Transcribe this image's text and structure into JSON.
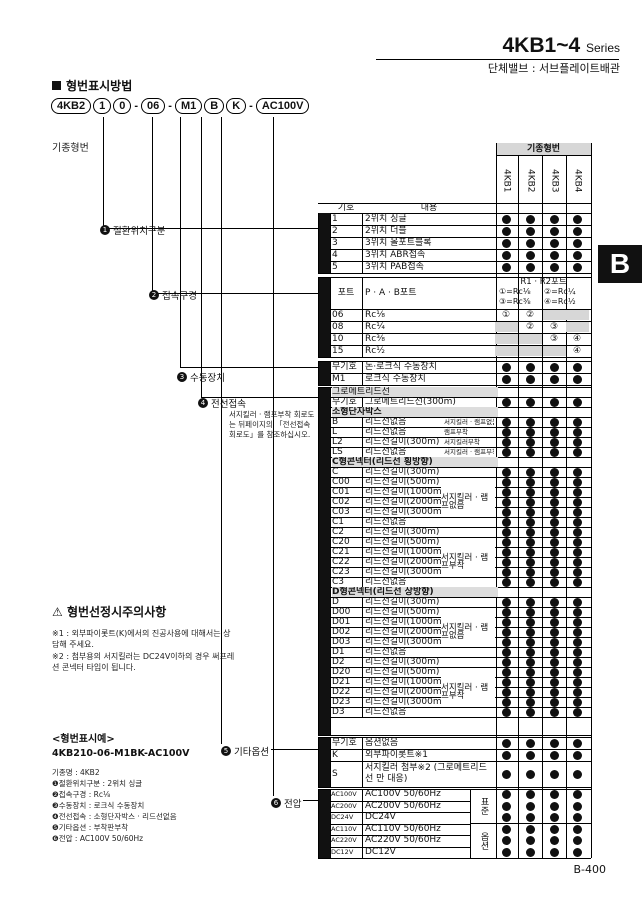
{
  "header": {
    "model": "4KB1~4",
    "series": "Series",
    "subtitle": "단체밸브 : 서브플레이트배관",
    "tab": "B"
  },
  "section": {
    "title": "형번표시방법",
    "code_parts": [
      "4KB2",
      "1",
      "0",
      "06",
      "M1",
      "B",
      "K",
      "AC100V"
    ],
    "standard_label": "기종형번"
  },
  "annotations": {
    "switch_pos": "절환위치구분",
    "connection": "접속구경",
    "manual": "수동장치",
    "electrical": "전선접속",
    "electrical_note": "서지킬러 · 램프부착 회로도는 뒤페이지의 「전선접속회로도」를 참조하십시오.",
    "options": "기타옵션",
    "voltage": "전압"
  },
  "table": {
    "model_header": "기종형번",
    "models": [
      "4KB1",
      "4KB2",
      "4KB3",
      "4KB4"
    ],
    "code_col": "기호",
    "content_col": "내용",
    "switch_rows": [
      {
        "code": "1",
        "desc": "2위치 싱글"
      },
      {
        "code": "2",
        "desc": "2위치 더블"
      },
      {
        "code": "3",
        "desc": "3위치 올포트블록"
      },
      {
        "code": "4",
        "desc": "3위치 ABR접속"
      },
      {
        "code": "5",
        "desc": "3위치 PAB접속"
      }
    ],
    "port_header": "포트",
    "port_desc": "P · A · B포트",
    "r_ports": "R1 · R2포트",
    "r_opts": [
      "①=Rc⅛",
      "②=Rc¼",
      "③=Rc⅜",
      "④=Rc½"
    ],
    "port_rows": [
      {
        "code": "06",
        "desc": "Rc⅛",
        "marks": [
          "①",
          "②",
          "",
          ""
        ]
      },
      {
        "code": "08",
        "desc": "Rc¼",
        "marks": [
          "",
          "②",
          "③",
          ""
        ]
      },
      {
        "code": "10",
        "desc": "Rc⅜",
        "marks": [
          "",
          "",
          "③",
          "④"
        ]
      },
      {
        "code": "15",
        "desc": "Rc½",
        "marks": [
          "",
          "",
          "",
          "④"
        ]
      }
    ],
    "manual_rows": [
      {
        "code": "무기호",
        "desc": "논·로크식 수동장치"
      },
      {
        "code": "M1",
        "desc": "로크식 수동장치"
      }
    ],
    "grommet": "그로메트리드선",
    "grommet_row": {
      "code": "무기호",
      "desc": "그로메트리드선(300m)"
    },
    "terminal": "소형단자박스",
    "terminal_rows": [
      {
        "code": "B",
        "desc": "리드선없음",
        "note": "서지킬러 · 램프없음"
      },
      {
        "code": "L",
        "desc": "리드선없음",
        "note": "램프부착"
      },
      {
        "code": "L2",
        "desc": "리드선길이(300m)",
        "note": "서지킬러부착"
      },
      {
        "code": "LS",
        "desc": "리드선없음",
        "note": "서지킬러 · 램프부착"
      }
    ],
    "c_conn": "C형콘넥터(리드선 횡방향)",
    "c_rows": [
      {
        "code": "C",
        "desc": "리드선길이(300m)"
      },
      {
        "code": "C00",
        "desc": "리드선길이(500m)"
      },
      {
        "code": "C01",
        "desc": "리드선길이(1000m)"
      },
      {
        "code": "C02",
        "desc": "리드선길이(2000m)"
      },
      {
        "code": "C03",
        "desc": "리드선길이(3000m)"
      },
      {
        "code": "C1",
        "desc": "리드선없음"
      },
      {
        "code": "C2",
        "desc": "리드선길이(300m)"
      },
      {
        "code": "C20",
        "desc": "리드선길이(500m)"
      },
      {
        "code": "C21",
        "desc": "리드선길이(1000m)"
      },
      {
        "code": "C22",
        "desc": "리드선길이(2000m)"
      },
      {
        "code": "C23",
        "desc": "리드선길이(3000m)"
      },
      {
        "code": "C3",
        "desc": "리드선없음"
      }
    ],
    "d_conn": "D형콘넥터(리드선 상방향)",
    "d_rows": [
      {
        "code": "D",
        "desc": "리드선길이(300m)"
      },
      {
        "code": "D00",
        "desc": "리드선길이(500m)"
      },
      {
        "code": "D01",
        "desc": "리드선길이(1000m)"
      },
      {
        "code": "D02",
        "desc": "리드선길이(2000m)"
      },
      {
        "code": "D03",
        "desc": "리드선길이(3000m)"
      },
      {
        "code": "D1",
        "desc": "리드선없음"
      },
      {
        "code": "D2",
        "desc": "리드선길이(300m)"
      },
      {
        "code": "D20",
        "desc": "리드선길이(500m)"
      },
      {
        "code": "D21",
        "desc": "리드선길이(1000m)"
      },
      {
        "code": "D22",
        "desc": "리드선길이(2000m)"
      },
      {
        "code": "D23",
        "desc": "리드선길이(3000m)"
      },
      {
        "code": "D3",
        "desc": "리드선없음"
      }
    ],
    "group_no_lamp": "서지킬러 · 램프없음",
    "group_lamp": "서지킬러 · 램프부착",
    "option_rows": [
      {
        "code": "무기호",
        "desc": "옵션없음"
      },
      {
        "code": "K",
        "desc": "외부파이롯트※1"
      },
      {
        "code": "S",
        "desc": "서지킬러 첨부※2 (그로메트리드선 만 대응)"
      }
    ],
    "voltage_rows": [
      {
        "code": "AC100V",
        "desc": "AC100V 50/60Hz"
      },
      {
        "code": "AC200V",
        "desc": "AC200V 50/60Hz"
      },
      {
        "code": "DC24V",
        "desc": "DC24V"
      },
      {
        "code": "AC110V",
        "desc": "AC110V 50/60Hz"
      },
      {
        "code": "AC220V",
        "desc": "AC220V 50/60Hz"
      },
      {
        "code": "DC12V",
        "desc": "DC12V"
      }
    ],
    "std": "표준",
    "opt": "옵션"
  },
  "warnings": {
    "title": "형번선정시주의사항",
    "notes": [
      "※1 : 외부파이롯트(K)에서의 진공사용에 대해서는 상담해 주세요.",
      "※2 : 첨부용의 서지킬러는 DC24V이하의 경우 써프레션 콘넥터 타입이 됩니다."
    ]
  },
  "example": {
    "title": "<형번표시예>",
    "code": "4KB210-06-M1BK-AC100V",
    "lines": [
      "기종명 : 4KB2",
      "❶절환위치구분 : 2위치 싱글",
      "❷접속구경 : Rc⅛",
      "❸수동장치 : 로크식 수동장치",
      "❹전선접속 : 소형단자박스 · 리드선없음",
      "❺기타옵션 : 부착판부착",
      "❻전압 : AC100V 50/60Hz"
    ]
  },
  "page_number": "B-400"
}
